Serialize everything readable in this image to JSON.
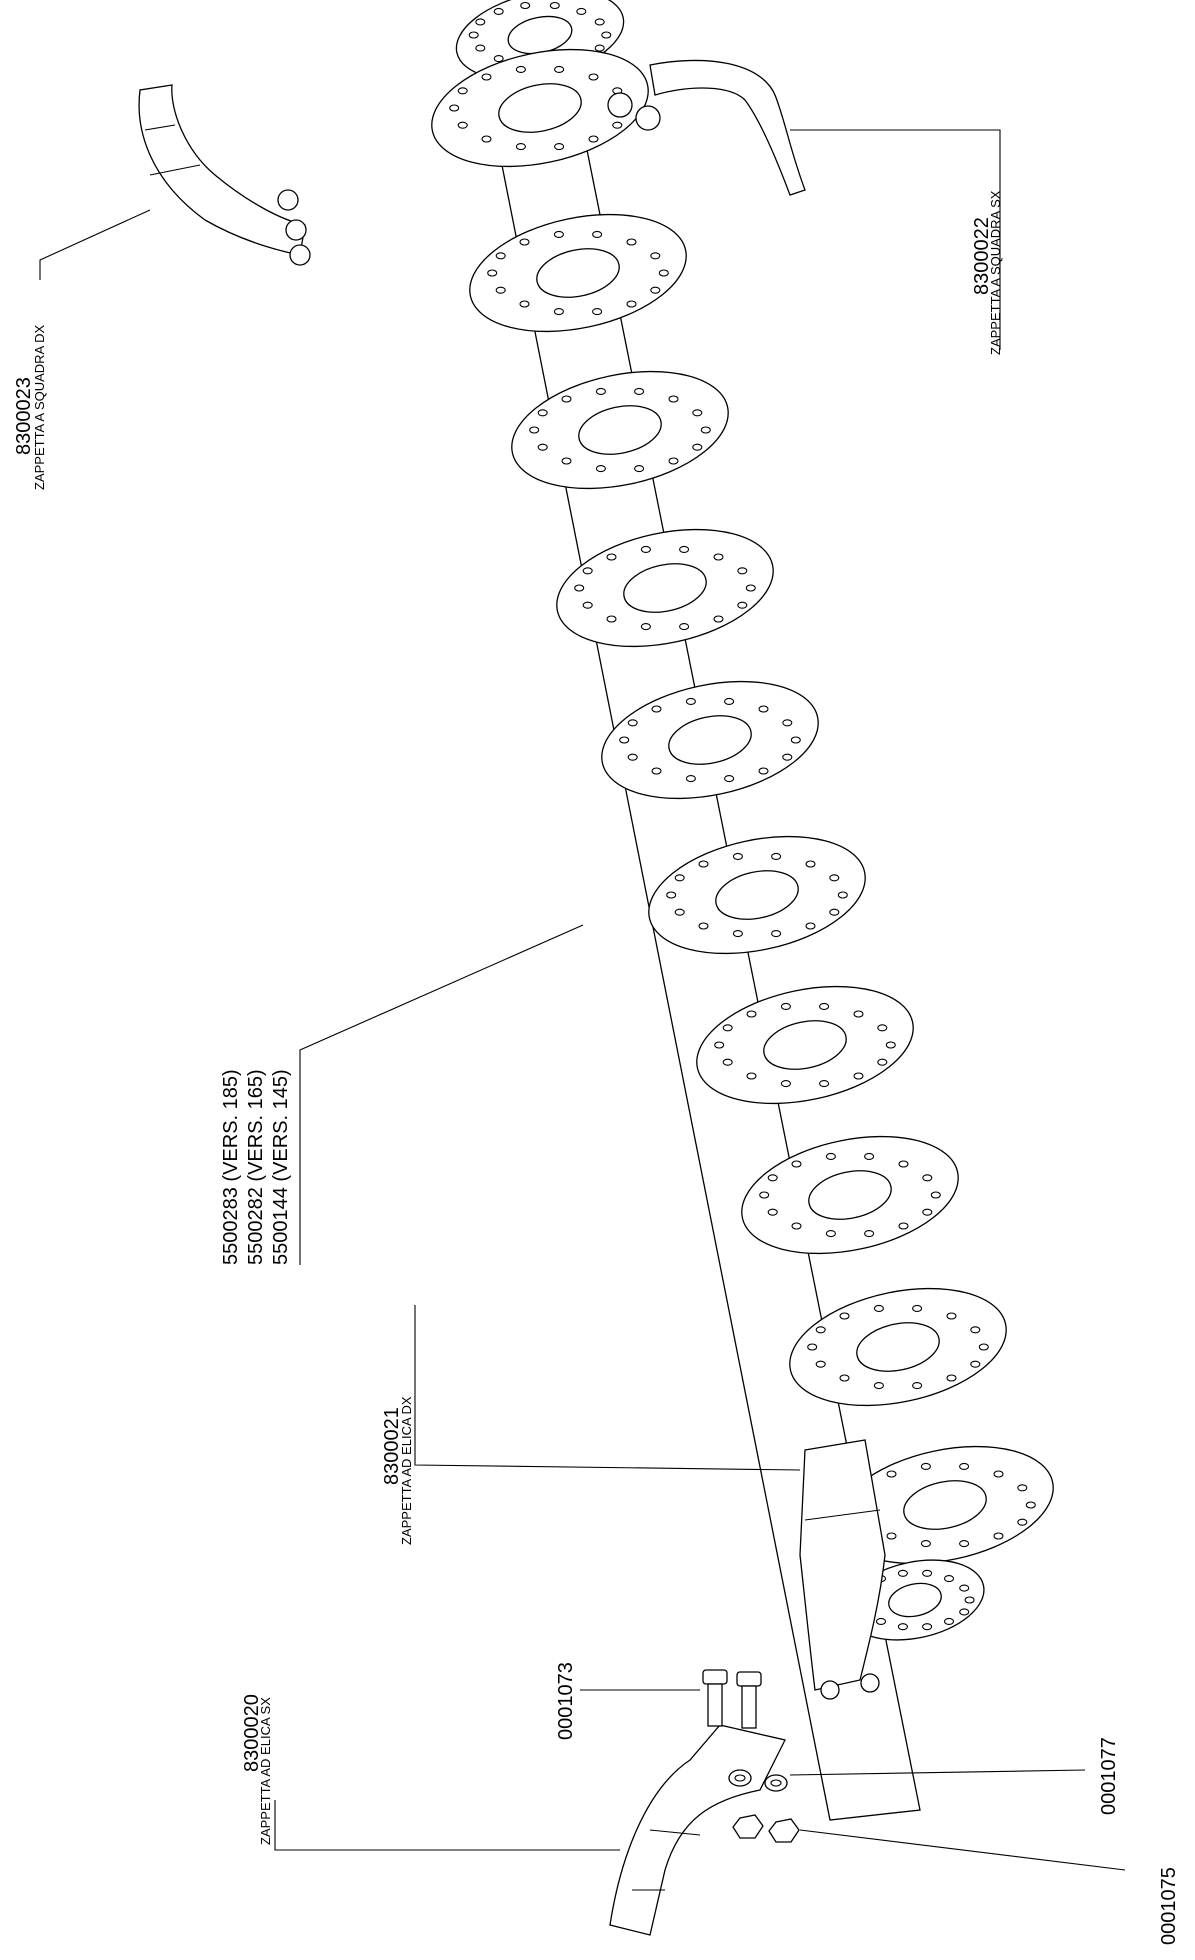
{
  "labels": {
    "squadra_dx_code": "8300023",
    "squadra_dx_desc": "ZAPPETTA A SQUADRA DX",
    "squadra_sx_code": "8300022",
    "squadra_sx_desc": "ZAPPETTA A SQUADRA SX",
    "disc_v185": "5500283 (VERS. 185)",
    "disc_v165": "5500282 (VERS. 165)",
    "disc_v145": "5500144 (VERS. 145)",
    "elica_dx_code": "8300021",
    "elica_dx_desc": "ZAPPETTA AD ELICA DX",
    "elica_sx_code": "8300020",
    "elica_sx_desc": "ZAPPETTA AD ELICA SX",
    "bolt_code": "0001073",
    "washer_code": "0001077",
    "nut_code": "0001075"
  }
}
